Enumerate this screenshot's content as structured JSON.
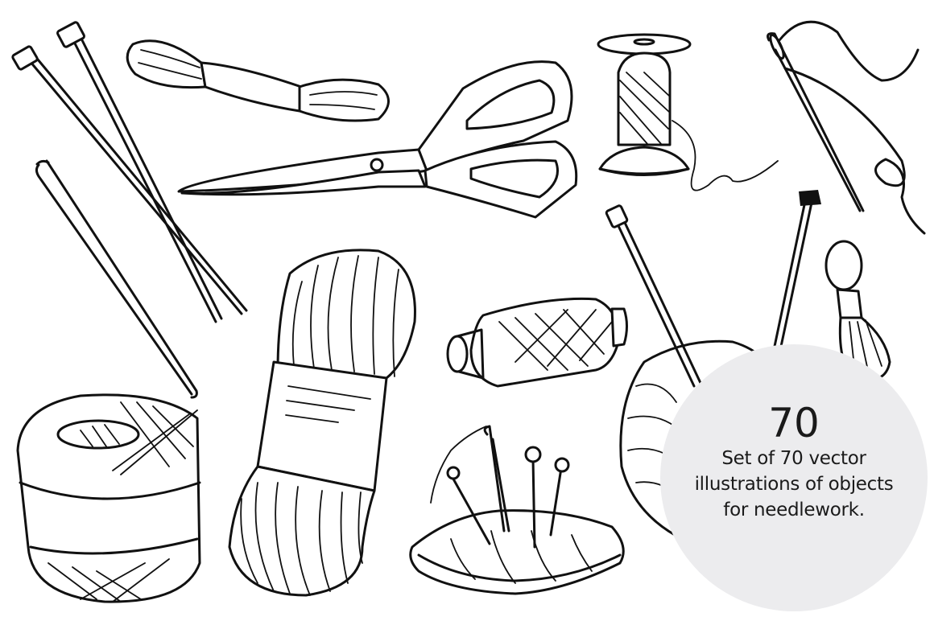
{
  "badge": {
    "count": "70",
    "lines": [
      "Set of 70 vector",
      "illustrations of objects",
      "for needlework."
    ],
    "background": "#ececee",
    "text_color": "#1a1a1a"
  },
  "illustrations": [
    "knitting-needles-pair",
    "embroidery-floss-skein",
    "scissors",
    "wooden-thread-spool",
    "threaded-sewing-needle",
    "crochet-hook",
    "yarn-skein-with-band",
    "thread-spool-lying",
    "knitting-needles-in-yarn-ball",
    "floss-bundle-small",
    "crochet-thread-ball",
    "pincushion-with-pins"
  ]
}
